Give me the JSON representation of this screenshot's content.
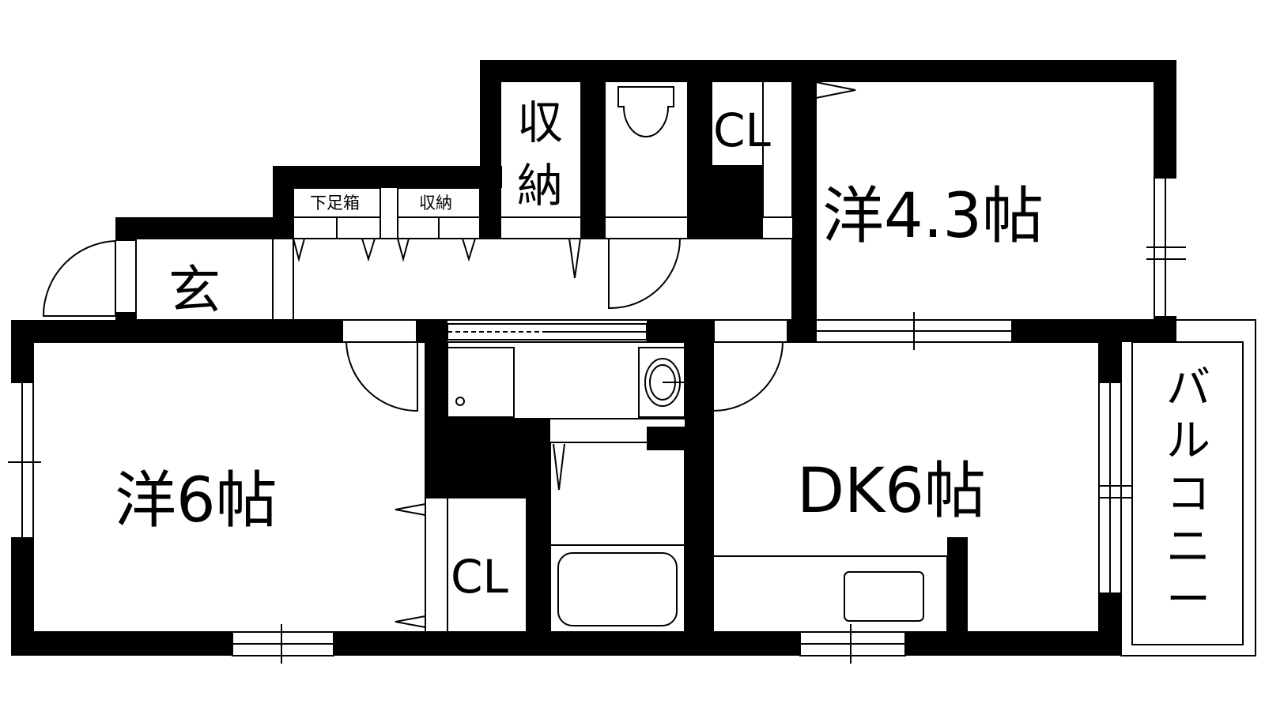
{
  "floor_plan": {
    "rooms": {
      "western_6": "洋6帖",
      "western_43": "洋4.3帖",
      "dk": "DK6帖",
      "genkan": "玄",
      "storage_top": [
        "収",
        "納"
      ],
      "storage_small": "収納",
      "shoe_box": "下足箱",
      "closet_top": "CL",
      "closet_bottom": "CL",
      "balcony": [
        "バ",
        "ル",
        "コ",
        "ニ",
        "ー"
      ]
    }
  }
}
